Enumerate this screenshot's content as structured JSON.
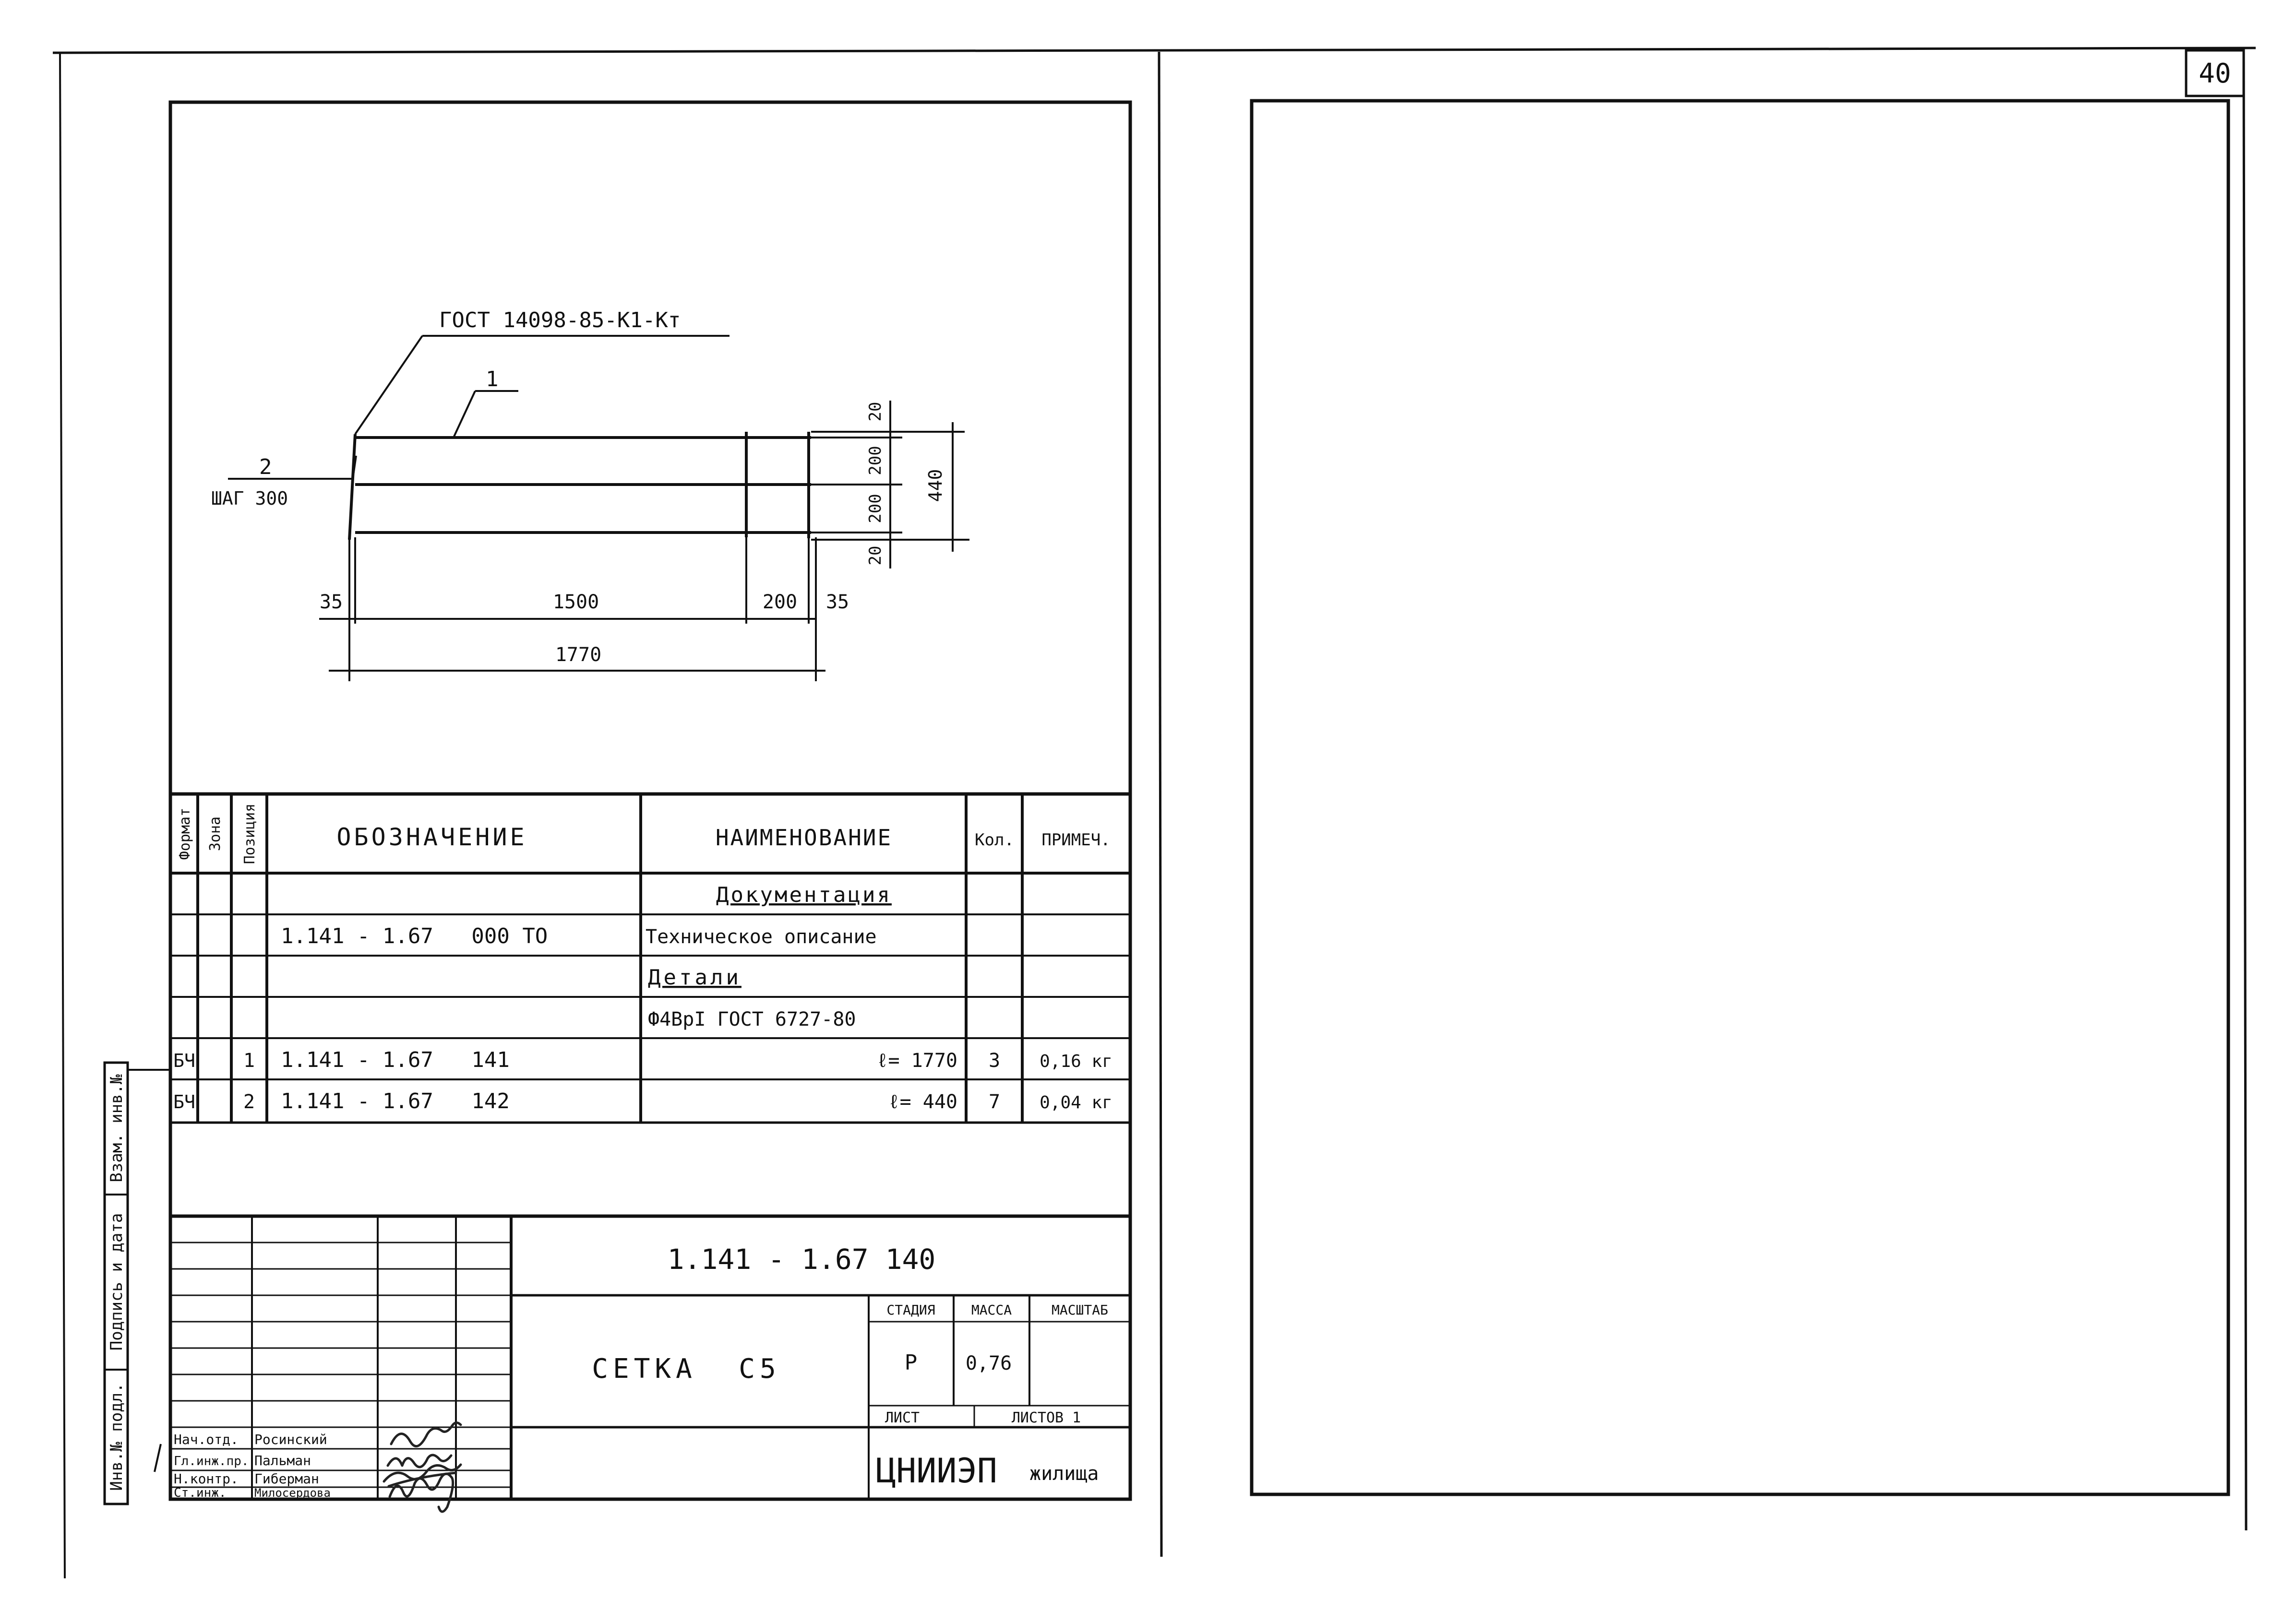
{
  "sheet_number": "40",
  "drawing": {
    "leader_gost": "ГОСТ 14098-85-К1-Кт",
    "callout_1": "1",
    "callout_2": "2",
    "step_label": "ШАГ 300",
    "dim_right_20_top": "20",
    "dim_right_200_a": "200",
    "dim_right_200_b": "200",
    "dim_right_20_bottom": "20",
    "dim_right_total": "440",
    "dim_35_left": "35",
    "dim_1500": "1500",
    "dim_200": "200",
    "dim_35_right": "35",
    "dim_total": "1770"
  },
  "spec": {
    "headers": {
      "format": "Формат",
      "zone": "Зона",
      "position": "Позиция",
      "designation": "ОБОЗНАЧЕНИЕ",
      "name": "НАИМЕНОВАНИЕ",
      "qty": "Кол.",
      "note": "ПРИМЕЧ."
    },
    "rows": [
      {
        "format": "",
        "zone": "",
        "pos": "",
        "designation": "",
        "name": "Документация",
        "qty": "",
        "note": ""
      },
      {
        "format": "",
        "zone": "",
        "pos": "",
        "designation": "1.141 - 1.67   000 ТО",
        "name": "Техническое описание",
        "qty": "",
        "note": ""
      },
      {
        "format": "",
        "zone": "",
        "pos": "",
        "designation": "",
        "name": "Детали",
        "qty": "",
        "note": ""
      },
      {
        "format": "",
        "zone": "",
        "pos": "",
        "designation": "",
        "name": "Ф4ВрI ГОСТ 6727-80",
        "qty": "",
        "note": ""
      },
      {
        "format": "БЧ",
        "zone": "",
        "pos": "1",
        "designation": "1.141 - 1.67   141",
        "name": "ℓ= 1770",
        "qty": "3",
        "note": "0,16 кг"
      },
      {
        "format": "БЧ",
        "zone": "",
        "pos": "2",
        "designation": "1.141 - 1.67   142",
        "name": "ℓ= 440",
        "qty": "7",
        "note": "0,04 кг"
      }
    ]
  },
  "title_block": {
    "document_code": "1.141 - 1.67 140",
    "title": "СЕТКА  С5",
    "stage_label": "СТАДИЯ",
    "mass_label": "МАССА",
    "scale_label": "МАСШТАБ",
    "stage": "Р",
    "mass": "0,76",
    "scale": "",
    "sheet_label": "ЛИСТ",
    "sheets_label": "ЛИСТОВ 1",
    "organization_abbr": "ЦНИИЭП",
    "organization_rest": "жилища",
    "staff": [
      {
        "role": "Нач.отд.",
        "name": "Росинский"
      },
      {
        "role": "Гл.инж.пр.",
        "name": "Пальман"
      },
      {
        "role": "Н.контр.",
        "name": "Гиберман"
      },
      {
        "role": "Ст.инж.",
        "name": "Милосердова"
      }
    ]
  },
  "side_stamp": {
    "inv_podl": "Инв.№ подл.",
    "podpis_data": "Подпись и дата",
    "vzam_inv": "Взам. инв.№"
  }
}
